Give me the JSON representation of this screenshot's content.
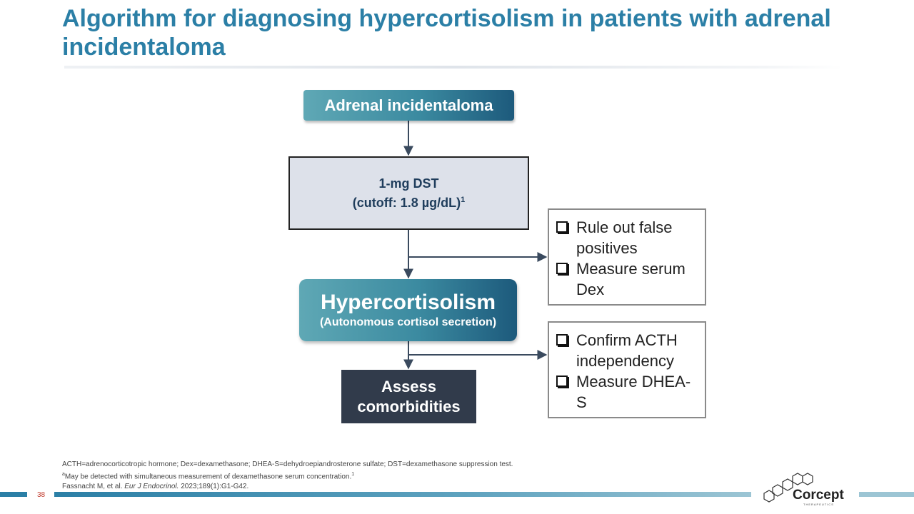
{
  "slide": {
    "title": "Algorithm for diagnosing hypercortisolism in patients with adrenal incidentaloma",
    "page_number": "38"
  },
  "flow": {
    "start_label": "Adrenal incidentaloma",
    "dst_line1": "1-mg DST",
    "dst_line2": "(cutoff: 1.8 µg/dL)",
    "dst_sup": "1",
    "hyper_title": "Hypercortisolism",
    "hyper_subtitle": "(Autonomous cortisol secretion)",
    "assess_label": "Assess comorbidities"
  },
  "checklists": [
    {
      "items": [
        "Rule out false positives",
        "Measure serum Dex"
      ]
    },
    {
      "items": [
        "Confirm ACTH independency",
        "Measure DHEA-S"
      ]
    }
  ],
  "footnotes": {
    "abbreviations": "ACTH=adrenocorticotropic hormone; Dex=dexamethasone; DHEA-S=dehydroepiandrosterone sulfate; DST=dexamethasone suppression test.",
    "note_prefix": "a",
    "note_text": "May be detected with simultaneous measurement of dexamethasone serum concentration.",
    "note_sup": "1",
    "ref_authors": "Fassnacht M, et al. ",
    "ref_journal": "Eur J Endocrinol.",
    "ref_rest": " 2023;189(1):G1-G42."
  },
  "brand": {
    "name": "Corcept",
    "tagline": "THERAPEUTICS",
    "colors": {
      "primary": "#2b7fa6",
      "dark": "#313b4b",
      "box_fill": "#dde1ea"
    }
  }
}
